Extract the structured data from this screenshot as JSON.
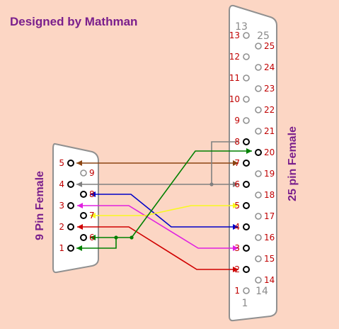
{
  "credit": "Designed by Mathman",
  "db9": {
    "label": "9 Pin Female",
    "pins": [
      "1",
      "2",
      "3",
      "4",
      "5",
      "6",
      "7",
      "8",
      "9"
    ]
  },
  "db25": {
    "label": "25 pin Female",
    "corner_labels": [
      "13",
      "25",
      "14",
      "1"
    ],
    "pins": [
      "1",
      "2",
      "3",
      "4",
      "5",
      "6",
      "7",
      "8",
      "9",
      "10",
      "11",
      "12",
      "13",
      "14",
      "15",
      "16",
      "17",
      "18",
      "19",
      "20",
      "21",
      "22",
      "23",
      "24",
      "25"
    ]
  },
  "colors": {
    "background": "#fcd6c4",
    "credit_text": "#7a1f8c",
    "pin_number": "#c00000",
    "brown": "#8b4513",
    "gray": "#808080",
    "blue": "#0000c8",
    "magenta": "#e020e0",
    "yellow": "#f8f820",
    "red": "#d00000",
    "green": "#008000"
  },
  "wires": [
    {
      "db9": "5",
      "db25": "7",
      "color": "brown"
    },
    {
      "db9": "4",
      "db25": "6",
      "color": "gray",
      "also": "8"
    },
    {
      "db9": "8",
      "db25": "4",
      "color": "blue"
    },
    {
      "db9": "3",
      "db25": "3",
      "color": "magenta"
    },
    {
      "db9": "7",
      "db25": "5",
      "color": "yellow"
    },
    {
      "db9": "2",
      "db25": "2",
      "color": "red"
    },
    {
      "db9": "6",
      "db25": "20",
      "color": "green",
      "also": "1"
    }
  ]
}
